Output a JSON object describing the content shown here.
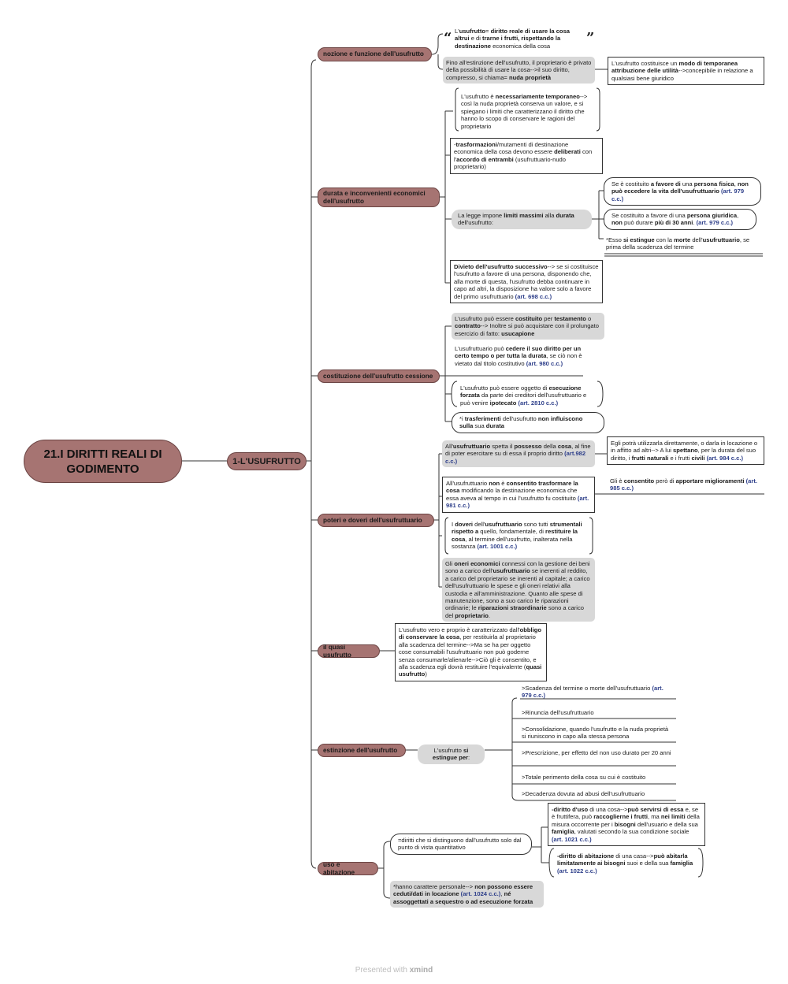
{
  "root": {
    "title": "21.I DIRITTI REALI DI GODIMENTO"
  },
  "main_topic": {
    "label": "1-L'USUFRUTTO"
  },
  "categories": [
    "nozione e funzione dell'usufrutto",
    "durata e inconvenienti economici dell'usufrutto",
    "costituzione dell'usufrutto cessione",
    "poteri e doveri dell'usufruttuario",
    "il quasi usufrutto",
    "estinzione dell'usufrutto",
    "uso e abitazione"
  ],
  "nozione": {
    "quote": [
      {
        "t": "L'"
      },
      {
        "t": "usufrutto",
        "b": true
      },
      {
        "t": "= "
      },
      {
        "t": "diritto reale di usare la cosa altrui",
        "b": true
      },
      {
        "t": " e di "
      },
      {
        "t": "trarne i frutti, rispettando la destinazione",
        "b": true
      },
      {
        "t": " economica della cosa"
      }
    ],
    "gray": [
      {
        "t": "Fino all'estinzione dell'usufrutto, il proprietario è privato della possibilità di usare la cosa-->il suo diritto, compresso, si chiama= "
      },
      {
        "t": "nuda proprietà",
        "b": true
      }
    ],
    "side": [
      {
        "t": "L'usufrutto costituisce un "
      },
      {
        "t": "modo di temporanea attribuzione delle utilità",
        "b": true
      },
      {
        "t": "-->concepibile in relazione a qualsiasi bene giuridico"
      }
    ]
  },
  "durata": {
    "temp": [
      {
        "t": "L'usufrutto è "
      },
      {
        "t": "necessariamente temporaneo",
        "b": true
      },
      {
        "t": "--> così la nuda proprietà conserva un valore, e si spiegano i limiti che caratterizzano il diritto che hanno lo scopo di conservare le ragioni del proprietario"
      }
    ],
    "trasf": [
      {
        "t": "-"
      },
      {
        "t": "trasformazioni",
        "b": true
      },
      {
        "t": "/mutamenti di destinazione economica della cosa devono essere "
      },
      {
        "t": "deliberati",
        "b": true
      },
      {
        "t": " con l'"
      },
      {
        "t": "accordo di entrambi",
        "b": true
      },
      {
        "t": " (usufruttuario-nudo proprietario)"
      }
    ],
    "limiti": [
      {
        "t": "La legge impone "
      },
      {
        "t": "limiti massimi",
        "b": true
      },
      {
        "t": " alla "
      },
      {
        "t": "durata",
        "b": true
      },
      {
        "t": " dell'usufrutto:"
      }
    ],
    "fisica": [
      {
        "t": "Se è costituito "
      },
      {
        "t": "a favore di",
        "b": true
      },
      {
        "t": " una "
      },
      {
        "t": "persona fisica",
        "b": true
      },
      {
        "t": ", "
      },
      {
        "t": "non può eccedere la vita dell'usufruttuario",
        "b": true
      },
      {
        "t": " "
      },
      {
        "t": "(art. 979 c.c.)",
        "r": true
      }
    ],
    "giuridica": [
      {
        "t": "Se costituito a favore di una "
      },
      {
        "t": "persona giuridica",
        "b": true
      },
      {
        "t": ", "
      },
      {
        "t": "non",
        "b": true
      },
      {
        "t": " può durare "
      },
      {
        "t": "più di 30 anni",
        "b": true
      },
      {
        "t": ". "
      },
      {
        "t": "(art. 979 c.c.)",
        "r": true
      }
    ],
    "estingue": [
      {
        "t": "*Esso "
      },
      {
        "t": "si estingue",
        "b": true
      },
      {
        "t": " con la "
      },
      {
        "t": "morte",
        "b": true
      },
      {
        "t": " dell'"
      },
      {
        "t": "usufruttuario",
        "b": true
      },
      {
        "t": ", se prima della scadenza del termine"
      }
    ],
    "divieto": [
      {
        "t": "Divieto dell'usufrutto successivo",
        "b": true
      },
      {
        "t": "--> se si costituisce l'usufrutto a favore di una persona, disponendo che, alla morte di questa, l'usufrutto debba continuare in capo ad altri, la disposizione ha valore solo a favore del primo usufruttuario "
      },
      {
        "t": "(art. 698 c.c.)",
        "r": true
      }
    ]
  },
  "costituzione": {
    "gray": [
      {
        "t": "L'usufrutto può essere "
      },
      {
        "t": "costituito",
        "b": true
      },
      {
        "t": " per "
      },
      {
        "t": "testamento",
        "b": true
      },
      {
        "t": " o "
      },
      {
        "t": "contratto",
        "b": true
      },
      {
        "t": "--> Inoltre si può acquistare con il prolungato esercizio di fatto: "
      },
      {
        "t": "usucapione",
        "b": true
      }
    ],
    "cedere": [
      {
        "t": "L'usufruttuario può "
      },
      {
        "t": "cedere il suo diritto per un certo tempo o per tutta la durata",
        "b": true
      },
      {
        "t": ", se ciò non è vietato dal titolo costitutivo "
      },
      {
        "t": "(art. 980 c.c.)",
        "r": true
      }
    ],
    "esecuzione": [
      {
        "t": "L'usufrutto può essere oggetto di "
      },
      {
        "t": "esecuzione forzata",
        "b": true
      },
      {
        "t": " da parte dei creditori dell'usufruttuario e può venire "
      },
      {
        "t": "ipotecato",
        "b": true
      },
      {
        "t": " "
      },
      {
        "t": "(art. 2810 c.c.)",
        "r": true
      }
    ],
    "trasferimenti": [
      {
        "t": "*i "
      },
      {
        "t": "trasferimenti",
        "b": true
      },
      {
        "t": " dell'usufrutto "
      },
      {
        "t": "non influiscono sulla",
        "b": true
      },
      {
        "t": " sua "
      },
      {
        "t": "durata",
        "b": true
      }
    ]
  },
  "poteri": {
    "possesso": [
      {
        "t": "All'"
      },
      {
        "t": "usufruttuario",
        "b": true
      },
      {
        "t": " spetta il "
      },
      {
        "t": "possesso",
        "b": true
      },
      {
        "t": " della "
      },
      {
        "t": "cosa",
        "b": true
      },
      {
        "t": ", al fine di poter esercitare su di essa il proprio diritto "
      },
      {
        "t": "(art.982 c.c.)",
        "r": true
      }
    ],
    "possesso_side": [
      {
        "t": "Egli potrà utilizzarla direttamente, o darla in locazione o in affitto ad altri--> A lui "
      },
      {
        "t": "spettano",
        "b": true
      },
      {
        "t": ", per la durata del suo diritto, i "
      },
      {
        "t": "frutti naturali",
        "b": true
      },
      {
        "t": " e i frutti "
      },
      {
        "t": "civili",
        "b": true
      },
      {
        "t": " "
      },
      {
        "t": "(art. 984 c.c.)",
        "r": true
      }
    ],
    "trasformare": [
      {
        "t": "All'usufruttuario "
      },
      {
        "t": "non",
        "b": true
      },
      {
        "t": " è "
      },
      {
        "t": "consentito trasformare la cosa",
        "b": true
      },
      {
        "t": " modificando la destinazione economica che essa aveva al tempo in cui l'usufrutto fu costituito "
      },
      {
        "t": "(art. 981 c.c.)",
        "r": true
      }
    ],
    "trasformare_side": [
      {
        "t": "Gli è "
      },
      {
        "t": "consentito",
        "b": true
      },
      {
        "t": " però di "
      },
      {
        "t": "apportare miglioramenti",
        "b": true
      },
      {
        "t": " "
      },
      {
        "t": "(art. 985 c.c.)",
        "r": true
      }
    ],
    "doveri": [
      {
        "t": "I "
      },
      {
        "t": "doveri",
        "b": true
      },
      {
        "t": " dell'"
      },
      {
        "t": "usufruttuario",
        "b": true
      },
      {
        "t": " sono tutti "
      },
      {
        "t": "strumentali rispetto a",
        "b": true
      },
      {
        "t": " quello, fondamentale, di "
      },
      {
        "t": "restituire la cosa",
        "b": true
      },
      {
        "t": ", al termine dell'usufrutto, inalterata nella sostanza "
      },
      {
        "t": "(art. 1001 c.c.)",
        "r": true
      }
    ],
    "oneri": [
      {
        "t": "Gli "
      },
      {
        "t": "oneri economici",
        "b": true
      },
      {
        "t": " connessi con la gestione dei beni sono a carico dell'"
      },
      {
        "t": "usufruttuario",
        "b": true
      },
      {
        "t": " se inerenti al reddito, a carico del proprietario se inerenti al capitale; a carico dell'usufruttuario le spese e gli oneri relativi alla custodia e all'amministrazione. Quanto alle spese di manutenzione, sono a suo carico le riparazioni ordinarie; le "
      },
      {
        "t": "riparazioni straordinarie",
        "b": true
      },
      {
        "t": " sono a carico del "
      },
      {
        "t": "proprietario",
        "b": true
      },
      {
        "t": "."
      }
    ]
  },
  "quasi": {
    "text": [
      {
        "t": "L'usufrutto vero e proprio è caratterizzato dall'"
      },
      {
        "t": "obbligo di conservare la cosa",
        "b": true
      },
      {
        "t": ", per restituirla al proprietario alla scadenza del termine-->Ma se ha per oggetto cose consumabili l'usufruttuario non può goderne senza consumarle/alienarle-->Ciò gli è consentito, e alla scadenza egli dovrà restituire l'equivalente ("
      },
      {
        "t": "quasi usufrutto",
        "b": true
      },
      {
        "t": ")"
      }
    ]
  },
  "estinzione": {
    "label": [
      {
        "t": "L'usufrutto "
      },
      {
        "t": "si estingue per",
        "b": true
      },
      {
        "t": ":"
      }
    ],
    "items": [
      [
        {
          "t": ">Scadenza del termine o morte dell'usufruttuario "
        },
        {
          "t": "(art. 979 c.c.)",
          "r": true
        }
      ],
      [
        {
          "t": ">Rinuncia dell'usufruttuario"
        }
      ],
      [
        {
          "t": ">Consolidazione, quando l'usufrutto e la nuda proprietà si riuniscono in capo alla stessa persona"
        }
      ],
      [
        {
          "t": ">Prescrizione, per effetto del non uso durato per 20 anni"
        }
      ],
      [
        {
          "t": ">Totale perimento della cosa su cui è costituito"
        }
      ],
      [
        {
          "t": ">Decadenza dovuta ad abusi dell'usufruttuario"
        }
      ]
    ]
  },
  "uso": {
    "diritti": [
      {
        "t": "=diritti che si distinguono dall'usufrutto solo dal punto di vista quantitativo"
      }
    ],
    "uso": [
      {
        "t": "-diritto d'uso",
        "b": true
      },
      {
        "t": " di una cosa-->"
      },
      {
        "t": "può servirsi di essa",
        "b": true
      },
      {
        "t": " e, se è fruttifera, può "
      },
      {
        "t": "raccoglierne i frutti",
        "b": true
      },
      {
        "t": ", ma "
      },
      {
        "t": "nei limiti",
        "b": true
      },
      {
        "t": " della misura occorrente per i "
      },
      {
        "t": "bisogni",
        "b": true
      },
      {
        "t": " dell'usuario e della sua "
      },
      {
        "t": "famiglia",
        "b": true
      },
      {
        "t": ", valutati secondo la sua condizione sociale "
      },
      {
        "t": "(art. 1021 c.c.)",
        "r": true
      }
    ],
    "abitazione": [
      {
        "t": "-diritto di abitazione",
        "b": true
      },
      {
        "t": " di una casa-->"
      },
      {
        "t": "può abitarla limitatamente ai bisogni",
        "b": true
      },
      {
        "t": " suoi e della sua "
      },
      {
        "t": "famiglia",
        "b": true
      },
      {
        "t": " "
      },
      {
        "t": "(art. 1022 c.c.)",
        "r": true
      }
    ],
    "personale": [
      {
        "t": "*hanno carattere personale--> "
      },
      {
        "t": "non possono essere ceduti/dati in locazione",
        "b": true
      },
      {
        "t": " "
      },
      {
        "t": "(art. 1024 c.c.)",
        "r": true
      },
      {
        "t": ", "
      },
      {
        "t": "né assoggettati a sequestro o ad esecuzione forzata",
        "b": true
      }
    ]
  },
  "footer": {
    "prefix": "Presented with",
    "brand": "xmind"
  },
  "colors": {
    "node_fill": "#a67472",
    "node_border": "#6b4443",
    "gray_box": "#d8d8d8",
    "ref": "#2e3f8a"
  }
}
